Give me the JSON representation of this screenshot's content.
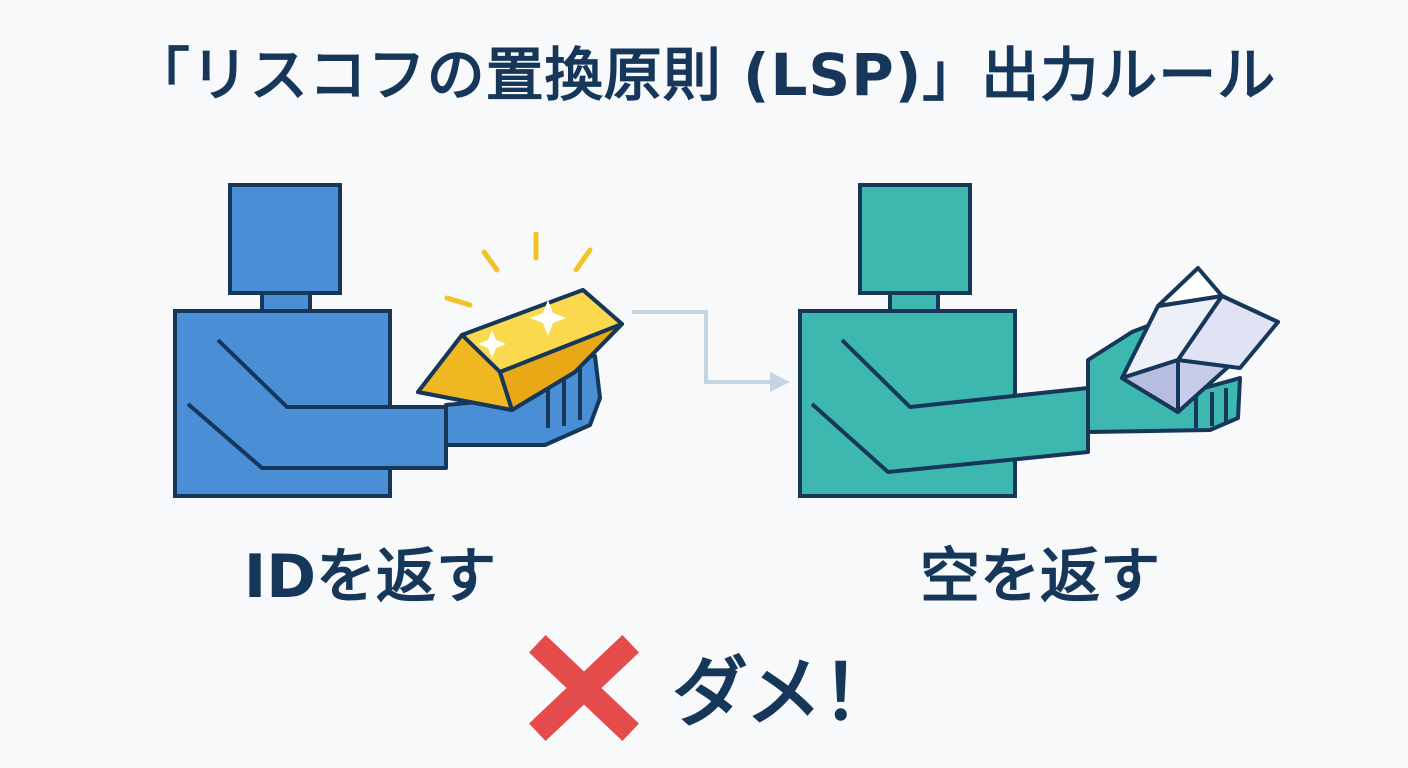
{
  "title": "「リスコフの置換原則 (LSP)」出力ルール",
  "left": {
    "caption": "IDを返す",
    "item": "gold-bar-icon"
  },
  "right": {
    "caption": "空を返す",
    "item": "empty-box-icon"
  },
  "verdict": {
    "mark": "cross-mark-icon",
    "text": "ダメ！"
  },
  "colors": {
    "navy": "#16365a",
    "left_person": "#4a8fd6",
    "right_person": "#3db8ae",
    "gold": "#f3c226",
    "connector": "#c5d4e4",
    "cross": "#e44b4b"
  }
}
